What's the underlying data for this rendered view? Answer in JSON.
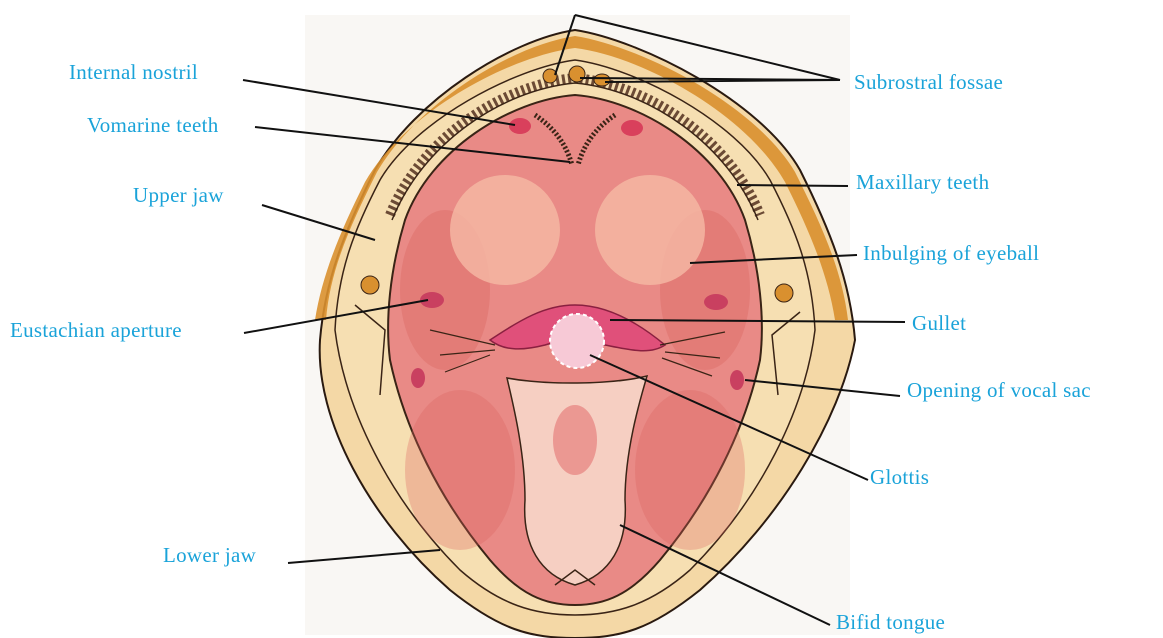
{
  "colors": {
    "label": "#1aa3d9",
    "leader": "#111111",
    "outer_rim": "#d9902f",
    "jaw_fill": "#f6dfb2",
    "mouth_fill": "#e98a86",
    "mouth_dark": "#d9605c",
    "eyeball": "#f4b6a2",
    "gullet": "#e0507a",
    "glottis": "#f7c9d6",
    "tongue": "#f6cfc2",
    "teeth": "#6b4a35"
  },
  "labels": {
    "internal_nostril": "Internal nostril",
    "vomarine_teeth": "Vomarine teeth",
    "upper_jaw": "Upper jaw",
    "eustachian_aperture": "Eustachian  aperture",
    "lower_jaw": "Lower jaw",
    "subrostral_fossae": "Subrostral  fossae",
    "maxillary_teeth": "Maxillary teeth",
    "inbulging_of_eyeball": "Inbulging  of  eyeball",
    "gullet": "Gullet",
    "opening_of_vocal_sac": "Opening  of  vocal  sac",
    "glottis": "Glottis",
    "bifid_tongue": "Bifid tongue"
  }
}
